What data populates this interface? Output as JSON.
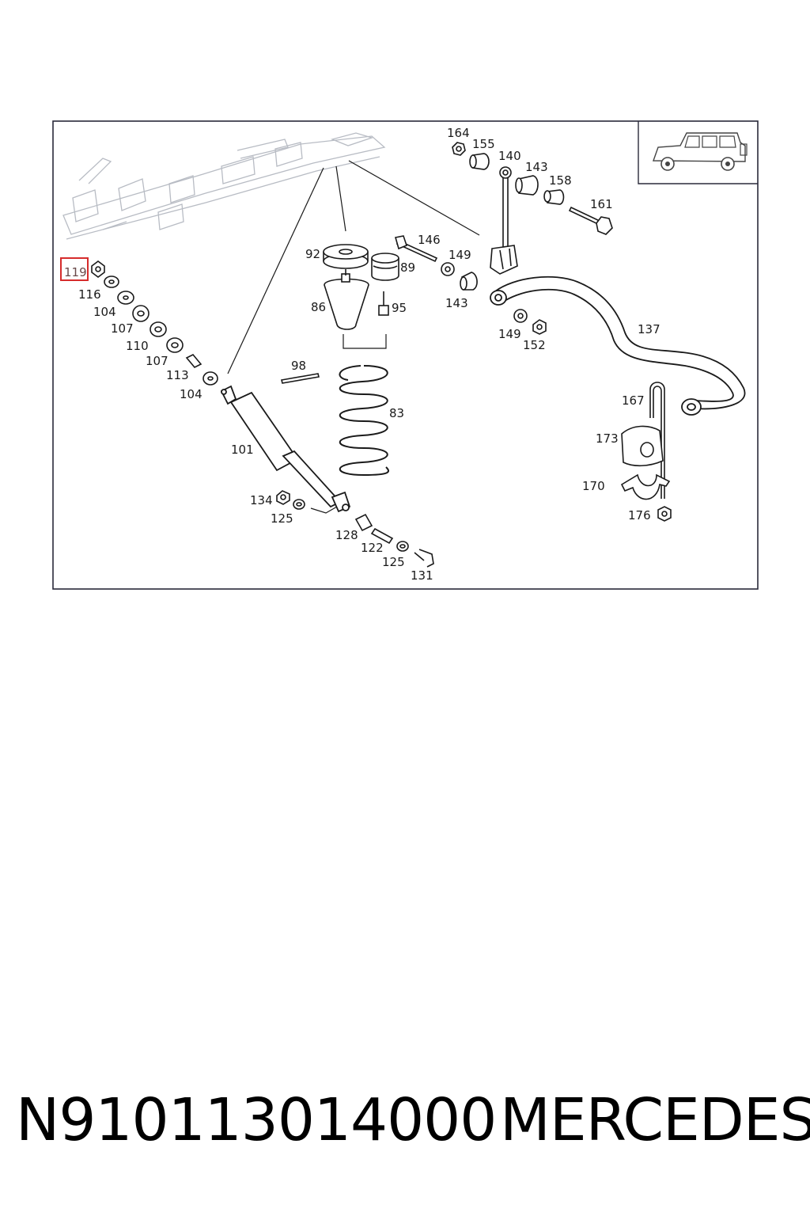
{
  "diagram": {
    "highlighted_label": "119",
    "labels": {
      "l164": "164",
      "l155": "155",
      "l140": "140",
      "l143a": "143",
      "l158": "158",
      "l161": "161",
      "l92": "92",
      "l89": "89",
      "l146": "146",
      "l149a": "149",
      "l86": "86",
      "l95": "95",
      "l143b": "143",
      "l149b": "149",
      "l152": "152",
      "l137": "137",
      "l116": "116",
      "l104a": "104",
      "l107a": "107",
      "l110": "110",
      "l107b": "107",
      "l113": "113",
      "l104b": "104",
      "l98": "98",
      "l83": "83",
      "l101": "101",
      "l167": "167",
      "l173": "173",
      "l170": "170",
      "l176": "176",
      "l134": "134",
      "l125a": "125",
      "l128": "128",
      "l122": "122",
      "l125b": "125",
      "l131": "131"
    },
    "colors": {
      "highlight": "#d62c2c",
      "frame": "#2a2a3a",
      "ghost": "#b8bcc4"
    }
  },
  "footer": {
    "part_number": "N910113014000",
    "brand": "MERCEDES"
  }
}
